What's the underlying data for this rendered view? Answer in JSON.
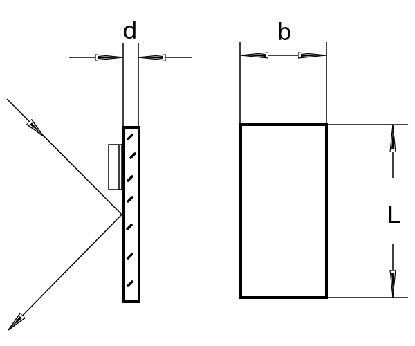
{
  "labels": {
    "thickness": "d",
    "width": "b",
    "length": "L"
  },
  "colors": {
    "line": "#000000",
    "background": "#ffffff"
  }
}
